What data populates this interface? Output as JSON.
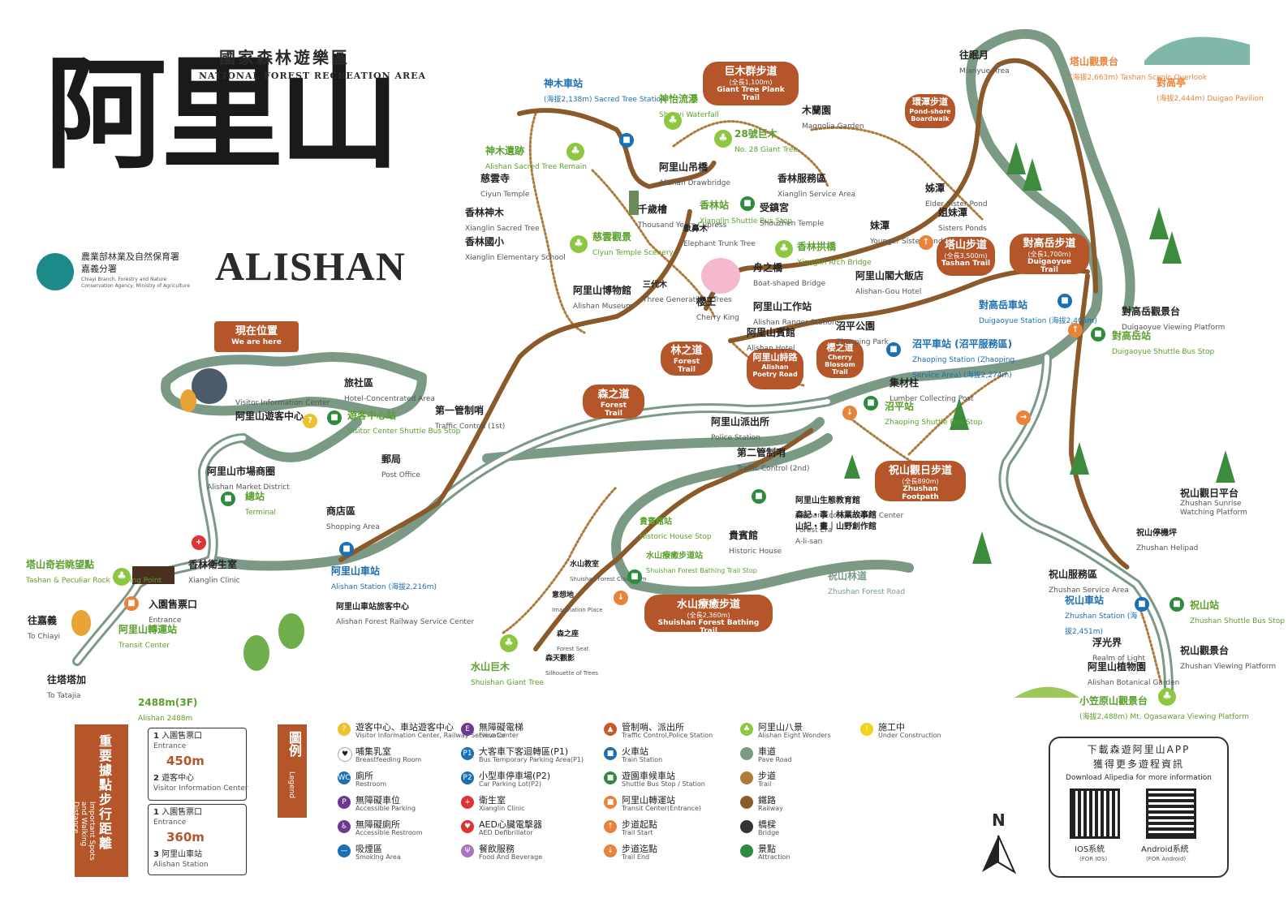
{
  "title": {
    "brush": "阿里山",
    "zh": "國家森林遊樂區",
    "en": "National Forest Recreation Area",
    "big_en": "ALISHAN",
    "agency_zh1": "農業部林業及自然保育署",
    "agency_zh2": "嘉義分署",
    "agency_en1": "Chiayi Branch, Forestry and Nature",
    "agency_en2": "Conservation Agency, Ministry of Agriculture"
  },
  "you_are_here": {
    "zh": "現在位置",
    "en": "We are here"
  },
  "bubbles": {
    "giant_tree": {
      "zh": "巨木群步道",
      "sub": "(全長1,100m)",
      "en": "Giant Tree Plank Trail"
    },
    "pond_shore": {
      "zh": "環潭步道",
      "en": "Pond-shore Boardwalk"
    },
    "tashan": {
      "zh": "塔山步道",
      "sub": "(全長3,500m)",
      "en": "Tashan Trail"
    },
    "duigaoyue": {
      "zh": "對高岳步道",
      "sub": "(全長1,700m)",
      "en": "Duigaoyue Trail"
    },
    "forest_trail": {
      "zh": "林之道",
      "en": "Forest Trail"
    },
    "poetry": {
      "zh": "阿里山詩路",
      "en": "Alishan Poetry Road"
    },
    "cherry": {
      "zh": "櫻之道",
      "en": "Cherry Blossom Trail"
    },
    "sen": {
      "zh": "森之道",
      "en": "Forest Trail"
    },
    "zhushan_fp": {
      "zh": "祝山觀日步道",
      "sub": "(全長890m)",
      "en": "Zhushan Footpath"
    },
    "shuishan": {
      "zh": "水山療癒步道",
      "sub": "(全長2,360m)",
      "en": "Shuishan Forest Bathing Trail"
    }
  },
  "places": [
    {
      "zh": "神木車站",
      "en": "(海拔2,138m) Sacred Tree Station"
    },
    {
      "zh": "神怡流瀑",
      "en": "Shenyi Waterfall"
    },
    {
      "zh": "28號巨木",
      "en": "No. 28 Giant Tree"
    },
    {
      "zh": "木蘭園",
      "en": "Magnolia Garden"
    },
    {
      "zh": "往眠月",
      "en": "Mianyue Area"
    },
    {
      "zh": "塔山觀景台",
      "en": "(海拔2,663m) Tashan Scenic Overlook"
    },
    {
      "zh": "對高亭",
      "en": "(海拔2,444m) Duigao Pavilion"
    },
    {
      "zh": "神木遺跡",
      "en": "Alishan Sacred Tree Remain"
    },
    {
      "zh": "慈雲寺",
      "en": "Ciyun Temple"
    },
    {
      "zh": "香林神木",
      "en": "Xianglin Sacred Tree"
    },
    {
      "zh": "香林國小",
      "en": "Xianglin Elementary School"
    },
    {
      "zh": "阿里山吊橋",
      "en": "Alishan Drawbridge"
    },
    {
      "zh": "千歲檜",
      "en": "Thousand Years Cypress"
    },
    {
      "zh": "象鼻木",
      "en": "Elephant Trunk Tree"
    },
    {
      "zh": "香林站",
      "en": "Xianglin Shuttle Bus Stop"
    },
    {
      "zh": "香林服務區",
      "en": "Xianglin Service Area"
    },
    {
      "zh": "受鎮宮",
      "en": "Shouzhen Temple"
    },
    {
      "zh": "姊潭",
      "en": "Elder Sister Pond"
    },
    {
      "zh": "妹潭",
      "en": "Younger Sister Pond"
    },
    {
      "zh": "姐妹潭",
      "en": "Sisters Ponds"
    },
    {
      "zh": "慈雲觀景",
      "en": "Ciyun Temple Scenery"
    },
    {
      "zh": "香林拱橋",
      "en": "Xianglin Arch Bridge"
    },
    {
      "zh": "阿里山博物館",
      "en": "Alishan Museum"
    },
    {
      "zh": "三代木",
      "en": "Three Generations Trees"
    },
    {
      "zh": "舟之橋",
      "en": "Boat-shaped Bridge"
    },
    {
      "zh": "櫻王",
      "en": "Cherry King"
    },
    {
      "zh": "阿里山閣大飯店",
      "en": "Alishan-Gou Hotel"
    },
    {
      "zh": "阿里山工作站",
      "en": "Alishan Ranger Station"
    },
    {
      "zh": "阿里山賓館",
      "en": "Alishan Hotel"
    },
    {
      "zh": "沼平公園",
      "en": "Zhaoping Park"
    },
    {
      "zh": "對高岳車站",
      "en": "Duigaoyue Station (海拔2,405m)"
    },
    {
      "zh": "對高岳觀景台",
      "en": "Duigaoyue Viewing Platform"
    },
    {
      "zh": "對高岳站",
      "en": "Duigaoyue Shuttle Bus Stop"
    },
    {
      "zh": "沼平車站 (沼平服務區)",
      "en": "Zhaoping Station (Zhaoping Service Area) (海拔2,274m)"
    },
    {
      "zh": "集材柱",
      "en": "Lumber Collecting Post"
    },
    {
      "zh": "沼平站",
      "en": "Zhaoping Shuttle Bus Stop"
    },
    {
      "zh": "阿里山派出所",
      "en": "Police Station"
    },
    {
      "zh": "第一管制哨",
      "en": "Traffic Control (1st)"
    },
    {
      "zh": "第二管制哨",
      "en": "Traffic Control (2nd)"
    },
    {
      "zh": "旅社區",
      "en": "Hotel-Concentrated Area"
    },
    {
      "zh": "阿里山遊客中心",
      "en": "Visitor Information Center"
    },
    {
      "zh": "遊客中心站",
      "en": "Visitor Center Shuttle Bus Stop"
    },
    {
      "zh": "郵局",
      "en": "Post Office"
    },
    {
      "zh": "阿里山市場商圈",
      "en": "Alishan Market District"
    },
    {
      "zh": "總站",
      "en": "Terminal"
    },
    {
      "zh": "商店區",
      "en": "Shopping Area"
    },
    {
      "zh": "香林衛生室",
      "en": "Xianglin Clinic"
    },
    {
      "zh": "阿里山車站",
      "en": "Alishan Station (海拔2,216m)"
    },
    {
      "zh": "阿里山車站旅客中心",
      "en": "Alishan Forest Railway Service Center"
    },
    {
      "zh": "塔山奇岩眺望點",
      "en": "Tashan & Peculiar Rock Viewing Point"
    },
    {
      "zh": "入園售票口",
      "en": "Entrance"
    },
    {
      "zh": "往嘉義",
      "en": "To Chiayi"
    },
    {
      "zh": "阿里山轉運站",
      "en": "Transit Center"
    },
    {
      "zh": "往塔塔加",
      "en": "To Tatajia"
    },
    {
      "zh": "貴賓館站",
      "en": "Historic House Stop"
    },
    {
      "zh": "貴賓館",
      "en": "Historic House"
    },
    {
      "zh": "阿里山生態教育館",
      "en": "Alishan Eco-Education Center"
    },
    {
      "zh": "森記・事｜林業故事館",
      "en": "Forest Era"
    },
    {
      "zh": "山記・畫｜山野創作館",
      "en": "A-li-san"
    },
    {
      "zh": "祝山林道",
      "en": "Zhushan Forest Road"
    },
    {
      "zh": "水山教室",
      "en": "Shuishan Forest Classroom"
    },
    {
      "zh": "水山療癒步道站",
      "en": "Shuishan Forest Bathing Trail Stop"
    },
    {
      "zh": "意想地",
      "en": "Imagination Place"
    },
    {
      "zh": "森之座",
      "en": "Forest Seat"
    },
    {
      "zh": "森天觀影",
      "en": "Silhouette of Trees"
    },
    {
      "zh": "水山巨木",
      "en": "Shuishan Giant Tree"
    },
    {
      "zh": "祝山觀日平台",
      "en": "Zhushan Sunrise Watching Platform"
    },
    {
      "zh": "祝山停機坪",
      "en": "Zhushan Helipad"
    },
    {
      "zh": "祝山服務區",
      "en": "Zhushan Service Area"
    },
    {
      "zh": "祝山車站",
      "en": "Zhushan Station (海拔2,451m)"
    },
    {
      "zh": "祝山站",
      "en": "Zhushan Shuttle Bus Stop"
    },
    {
      "zh": "浮光界",
      "en": "Realm of Light"
    },
    {
      "zh": "阿里山植物園",
      "en": "Alishan Botanical Garden"
    },
    {
      "zh": "祝山觀景台",
      "en": "Zhushan Viewing Platform"
    },
    {
      "zh": "小笠原山觀景台",
      "en": "(海拔2,488m) Mt. Ogasawara Viewing Platform"
    },
    {
      "zh": "2488m(3F)",
      "en": "Alishan 2488m"
    }
  ],
  "distance": {
    "title_zh": "重要據點步行距離",
    "title_en": "Important Spots and Walking Distance",
    "routes": [
      {
        "from_no": "1",
        "from_zh": "入園售票口",
        "from_en": "Entrance",
        "dist": "450m",
        "to_no": "2",
        "to_zh": "遊客中心",
        "to_en": "Visitor Information Center"
      },
      {
        "from_no": "1",
        "from_zh": "入園售票口",
        "from_en": "Entrance",
        "dist": "360m",
        "to_no": "3",
        "to_zh": "阿里山車站",
        "to_en": "Alishan Station"
      }
    ]
  },
  "legend": {
    "title_zh": "圖例",
    "title_en": "Legend",
    "items": [
      {
        "zh": "遊客中心、車站遊客中心",
        "en": "Visitor Information Center, Railway Service Center",
        "icon": "?",
        "color": "#e9c22e"
      },
      {
        "zh": "哺集乳室",
        "en": "Breastfeeding Room",
        "icon": "♥",
        "color": "#ffffff"
      },
      {
        "zh": "廁所",
        "en": "Restroom",
        "icon": "WC",
        "color": "#1c6fb0"
      },
      {
        "zh": "無障礙車位",
        "en": "Accessible Parking",
        "icon": "P",
        "color": "#6b3a8e"
      },
      {
        "zh": "無障礙廁所",
        "en": "Accessible Restroom",
        "icon": "♿",
        "color": "#6b3a8e"
      },
      {
        "zh": "吸煙區",
        "en": "Smoking Area",
        "icon": "—",
        "color": "#1c6fb0"
      },
      {
        "zh": "無障礙電梯",
        "en": "Elevator",
        "icon": "E",
        "color": "#6b3a8e"
      },
      {
        "zh": "大客車下客迴轉區(P1)",
        "en": "Bus Temporary Parking Area(P1)",
        "icon": "P1",
        "color": "#1c6fb0"
      },
      {
        "zh": "小型車停車場(P2)",
        "en": "Car Parking Lot(P2)",
        "icon": "P2",
        "color": "#1c6fb0"
      },
      {
        "zh": "衛生室",
        "en": "Xianglin Clinic",
        "icon": "+",
        "color": "#d33"
      },
      {
        "zh": "AED心臟電擊器",
        "en": "AED Defibrillator",
        "icon": "♥",
        "color": "#d33"
      },
      {
        "zh": "餐飲服務",
        "en": "Food And Beverage",
        "icon": "Ψ",
        "color": "#a774c2"
      },
      {
        "zh": "管制哨、派出所",
        "en": "Traffic Control,Police Station",
        "icon": "▲",
        "color": "#c9572e"
      },
      {
        "zh": "火車站",
        "en": "Train Station",
        "icon": "■",
        "color": "#1c6fb0"
      },
      {
        "zh": "遊園車候車站",
        "en": "Shuttle Bus Stop / Station",
        "icon": "■",
        "color": "#2e8b3e"
      },
      {
        "zh": "阿里山轉運站",
        "en": "Transit Center(Entrance)",
        "icon": "■",
        "color": "#e8843a"
      },
      {
        "zh": "步道起點",
        "en": "Trail Start",
        "icon": "↑",
        "color": "#e8843a"
      },
      {
        "zh": "步道迄點",
        "en": "Trail End",
        "icon": "↓",
        "color": "#e8843a"
      },
      {
        "zh": "阿里山八景",
        "en": "Alishan Eight Wonders",
        "icon": "♣",
        "color": "#8dc63f"
      },
      {
        "zh": "車道",
        "en": "Pave Road",
        "icon": "",
        "color": "#7a9a86"
      },
      {
        "zh": "步道",
        "en": "Trail",
        "icon": "",
        "color": "#b07a3c"
      },
      {
        "zh": "鐵路",
        "en": "Railway",
        "icon": "",
        "color": "#8a5a2a"
      },
      {
        "zh": "橋樑",
        "en": "Bridge",
        "icon": "",
        "color": "#333"
      },
      {
        "zh": "景點",
        "en": "Attraction",
        "icon": "",
        "color": "#2e8b3e"
      },
      {
        "zh": "施工中",
        "en": "Under Construction",
        "icon": "!",
        "color": "#f2d21b"
      }
    ]
  },
  "app": {
    "line1": "下載森遊阿里山APP",
    "line2": "獲得更多遊程資訊",
    "en": "Download Alipedia for more information",
    "ios_zh": "IOS系統",
    "ios_en": "(FOR IOS)",
    "android_zh": "Android系統",
    "android_en": "(FOR Android)"
  },
  "north": "N",
  "colors": {
    "road": "#7a9a86",
    "trail": "#b07a3c",
    "railway": "#8a5a2a",
    "accent": "#b5562a",
    "green": "#5aa02c",
    "blue": "#1c6fb0"
  }
}
